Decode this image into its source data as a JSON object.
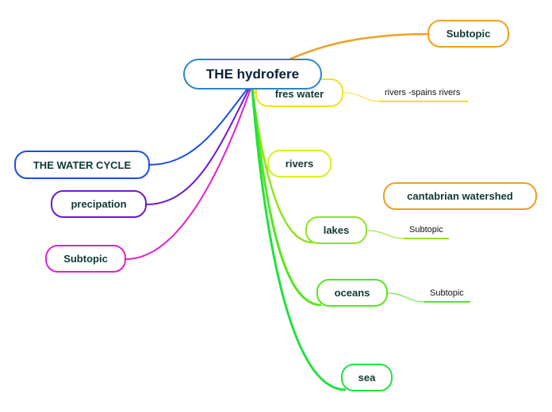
{
  "root": {
    "label": "THE hydrofere",
    "color": "#2a86c8"
  },
  "topics": [
    {
      "key": "subtopic-top",
      "label": "Subtopic",
      "color": "#f0a020"
    },
    {
      "key": "fres-water",
      "label": "fres water",
      "color": "#f2e21c"
    },
    {
      "key": "rivers",
      "label": "rivers",
      "color": "#d9f01c"
    },
    {
      "key": "cantabrian",
      "label": "cantabrian watershed",
      "color": "#f0a020"
    },
    {
      "key": "lakes",
      "label": "lakes",
      "color": "#8ce620"
    },
    {
      "key": "oceans",
      "label": "oceans",
      "color": "#55e620"
    },
    {
      "key": "sea",
      "label": "sea",
      "color": "#22e040"
    },
    {
      "key": "water-cycle",
      "label": "THE WATER CYCLE",
      "color": "#1a50e0"
    },
    {
      "key": "precipation",
      "label": "precipation",
      "color": "#6a1ad0"
    },
    {
      "key": "subtopic-left",
      "label": "Subtopic",
      "color": "#e020d0"
    }
  ],
  "leaves": [
    {
      "key": "rivers-spains",
      "label": "rivers -spains rivers",
      "color": "#f2e21c"
    },
    {
      "key": "lakes-subtopic",
      "label": "Subtopic",
      "color": "#8ce620"
    },
    {
      "key": "oceans-subtopic",
      "label": "Subtopic",
      "color": "#55e620"
    }
  ]
}
